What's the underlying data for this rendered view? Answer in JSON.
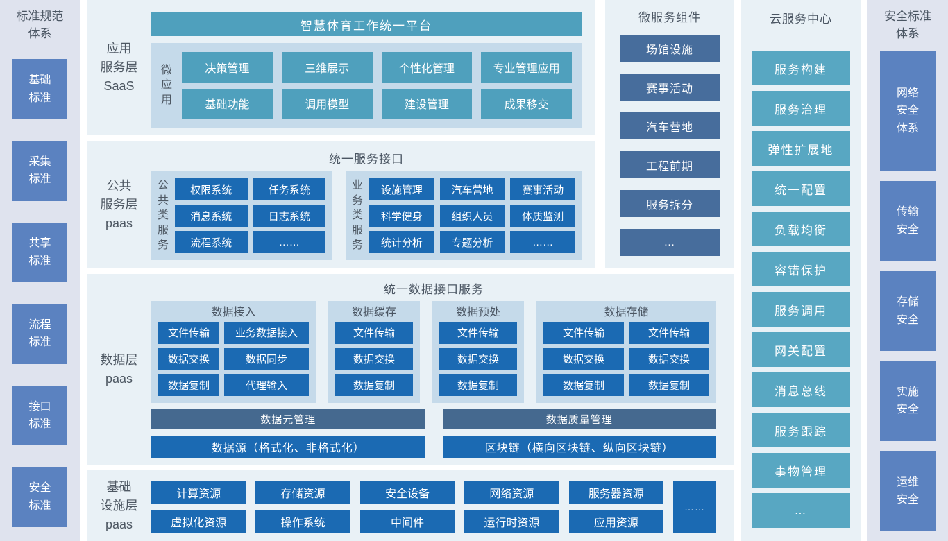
{
  "colors": {
    "teal": "#4fa0bd",
    "cloud_teal": "#58a7c2",
    "primary_blue": "#1b6ab3",
    "slate_blue": "#476d9c",
    "slate_bar": "#45698f",
    "cornflower": "#5b82c0",
    "panel_bg": "#e9f1f6",
    "container_bg": "#c5daea",
    "sidebar_bg": "#dfe3ee",
    "text_dark": "#4b5663"
  },
  "left_sidebar": {
    "title": "标准规范\n体系",
    "items": [
      "基础\n标准",
      "采集\n标准",
      "共享\n标准",
      "流程\n标准",
      "接口\n标准",
      "安全\n标准"
    ]
  },
  "saas_layer": {
    "label": "应用\n服务层\nSaaS",
    "platform_header": "智慧体育工作统一平台",
    "micro_app_label": "微\n应\n用",
    "apps": [
      [
        "决策管理",
        "三维展示",
        "个性化管理",
        "专业管理应用"
      ],
      [
        "基础功能",
        "调用模型",
        "建设管理",
        "成果移交"
      ]
    ]
  },
  "paas_layer": {
    "label": "公共\n服务层\npaas",
    "title": "统一服务接口",
    "public_group": {
      "label": "公\n共\n类\n服\n务",
      "rows": [
        [
          "权限系统",
          "任务系统"
        ],
        [
          "消息系统",
          "日志系统"
        ],
        [
          "流程系统",
          "……"
        ]
      ]
    },
    "business_group": {
      "label": "业\n务\n类\n服\n务",
      "rows": [
        [
          "设施管理",
          "汽车营地",
          "赛事活动"
        ],
        [
          "科学健身",
          "组织人员",
          "体质监测"
        ],
        [
          "统计分析",
          "专题分析",
          "……"
        ]
      ]
    }
  },
  "data_layer": {
    "label": "数据层\npaas",
    "title": "统一数据接口服务",
    "groups": [
      {
        "title": "数据接入",
        "rows": [
          [
            "文件传输",
            "业务数据接入"
          ],
          [
            "数据交换",
            "数据同步"
          ],
          [
            "数据复制",
            "代理输入"
          ]
        ]
      },
      {
        "title": "数据缓存",
        "rows": [
          [
            "文件传输"
          ],
          [
            "数据交换"
          ],
          [
            "数据复制"
          ]
        ]
      },
      {
        "title": "数据预处",
        "rows": [
          [
            "文件传输"
          ],
          [
            "数据交换"
          ],
          [
            "数据复制"
          ]
        ]
      },
      {
        "title": "数据存储",
        "rows": [
          [
            "文件传输",
            "文件传输"
          ],
          [
            "数据交换",
            "数据交换"
          ],
          [
            "数据复制",
            "数据复制"
          ]
        ]
      }
    ],
    "left_meta_bar": "数据元管理",
    "right_meta_bar": "数据质量管理",
    "left_source_bar": "数据源（格式化、非格式化）",
    "right_source_bar": "区块链（横向区块链、纵向区块链）"
  },
  "infra_layer": {
    "label": "基础\n设施层\npaas",
    "rows": [
      [
        "计算资源",
        "存储资源",
        "安全设备",
        "网络资源",
        "服务器资源"
      ],
      [
        "虚拟化资源",
        "操作系统",
        "中间件",
        "运行时资源",
        "应用资源"
      ]
    ],
    "more": "……"
  },
  "microservices": {
    "title": "微服务组件",
    "items": [
      "场馆设施",
      "赛事活动",
      "汽车营地",
      "工程前期",
      "服务拆分",
      "…"
    ]
  },
  "cloud_center": {
    "title": "云服务中心",
    "items": [
      "服务构建",
      "服务治理",
      "弹性扩展地",
      "统一配置",
      "负载均衡",
      "容错保护",
      "服务调用",
      "网关配置",
      "消息总线",
      "服务跟踪",
      "事物管理",
      "…"
    ]
  },
  "right_sidebar": {
    "title": "安全标准\n体系",
    "items": [
      "网络\n安全\n体系",
      "传输\n安全",
      "存储\n安全",
      "实施\n安全",
      "运维\n安全"
    ]
  }
}
